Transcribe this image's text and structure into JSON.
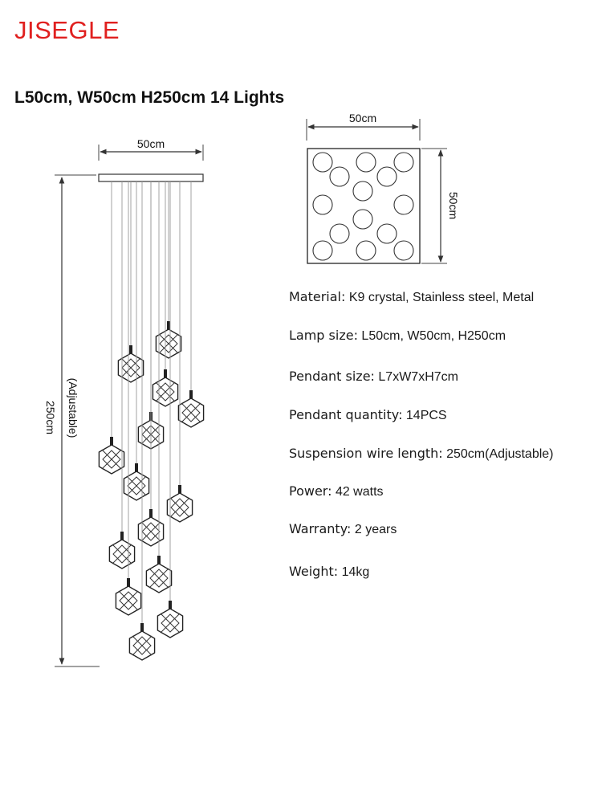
{
  "brand": "JISEGLE",
  "headline": "L50cm, W50cm H250cm  14 Lights",
  "diagram": {
    "side_width_label": "50cm",
    "height_label": "250cm",
    "adjustable_label": "(Adjustable)",
    "top_width_label": "50cm",
    "top_depth_label": "50cm",
    "pendant_count": 14
  },
  "specs": [
    {
      "label": "Material:",
      "value": "K9 crystal, Stainless steel, Metal"
    },
    {
      "label": "Lamp size:",
      "value": "L50cm, W50cm, H250cm"
    },
    {
      "label": "Pendant size:",
      "value": "L7xW7xH7cm"
    },
    {
      "label": "Pendant quantity:",
      "value": "14PCS"
    },
    {
      "label": "Suspension wire length:",
      "value": "250cm(Adjustable)"
    },
    {
      "label": "Power:",
      "value": "42 watts"
    },
    {
      "label": "Warranty:",
      "value": "2 years"
    },
    {
      "label": "Weight:",
      "value": "14kg"
    }
  ]
}
